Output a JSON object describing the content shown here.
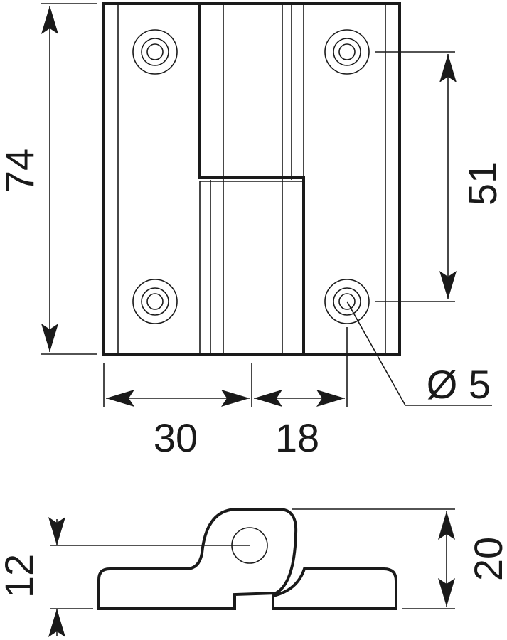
{
  "dimensions": {
    "overall_height": "74",
    "hole_spacing": "51",
    "leaf_width": "30",
    "knuckle_offset": "18",
    "hole_diameter": "Ø 5",
    "pin_height": "12",
    "profile_height": "20"
  }
}
